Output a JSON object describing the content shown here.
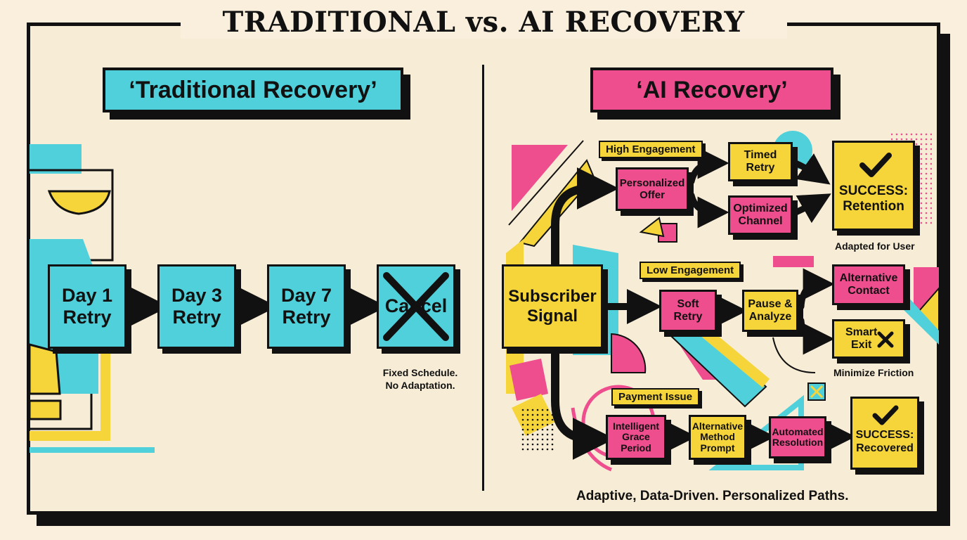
{
  "title": "TRADITIONAL vs. AI RECOVERY",
  "traditional": {
    "banner": "‘Traditional Recovery’",
    "steps": [
      {
        "line1": "Day 1",
        "line2": "Retry"
      },
      {
        "line1": "Day 3",
        "line2": "Retry"
      },
      {
        "line1": "Day 7",
        "line2": "Retry"
      },
      {
        "line1": "Cancel",
        "line2": ""
      }
    ],
    "note_line1": "Fixed Schedule.",
    "note_line2": "No Adaptation."
  },
  "ai": {
    "banner": "‘AI Recovery’",
    "source": {
      "line1": "Subscriber",
      "line2": "Signal"
    },
    "high": {
      "label": "High Engagement",
      "offer": {
        "line1": "Personalized",
        "line2": "Offer"
      },
      "timed": {
        "line1": "Timed",
        "line2": "Retry"
      },
      "channel": {
        "line1": "Optimized",
        "line2": "Channel"
      },
      "success": {
        "line1": "SUCCESS:",
        "line2": "Retention"
      },
      "note": "Adapted for User"
    },
    "low": {
      "label": "Low Engagement",
      "soft": {
        "line1": "Soft",
        "line2": "Retry"
      },
      "pause": {
        "line1": "Pause &",
        "line2": "Analyze"
      },
      "alt_contact": {
        "line1": "Alternative",
        "line2": "Contact"
      },
      "exit": {
        "line1": "Smart",
        "line2": "Exit"
      },
      "note": "Minimize Friction"
    },
    "payment": {
      "label": "Payment Issue",
      "grace": {
        "line1": "Intelligent",
        "line2": "Grace",
        "line3": "Period"
      },
      "method": {
        "line1": "Alternative",
        "line2": "Method",
        "line3": "Prompt"
      },
      "auto": {
        "line1": "Automated",
        "line2": "Resolution"
      },
      "success": {
        "line1": "SUCCESS:",
        "line2": "Recovered"
      }
    },
    "footer": "Adaptive, Data-Driven. Personalized Paths."
  },
  "icons": [
    "checkmark-icon",
    "x-icon",
    "cross-out-icon",
    "arrow-icon"
  ],
  "colors": {
    "teal": "#4fd0da",
    "pink": "#ee4e8e",
    "yellow": "#f6d53a",
    "ink": "#111111",
    "paper": "#f7ecd5"
  }
}
